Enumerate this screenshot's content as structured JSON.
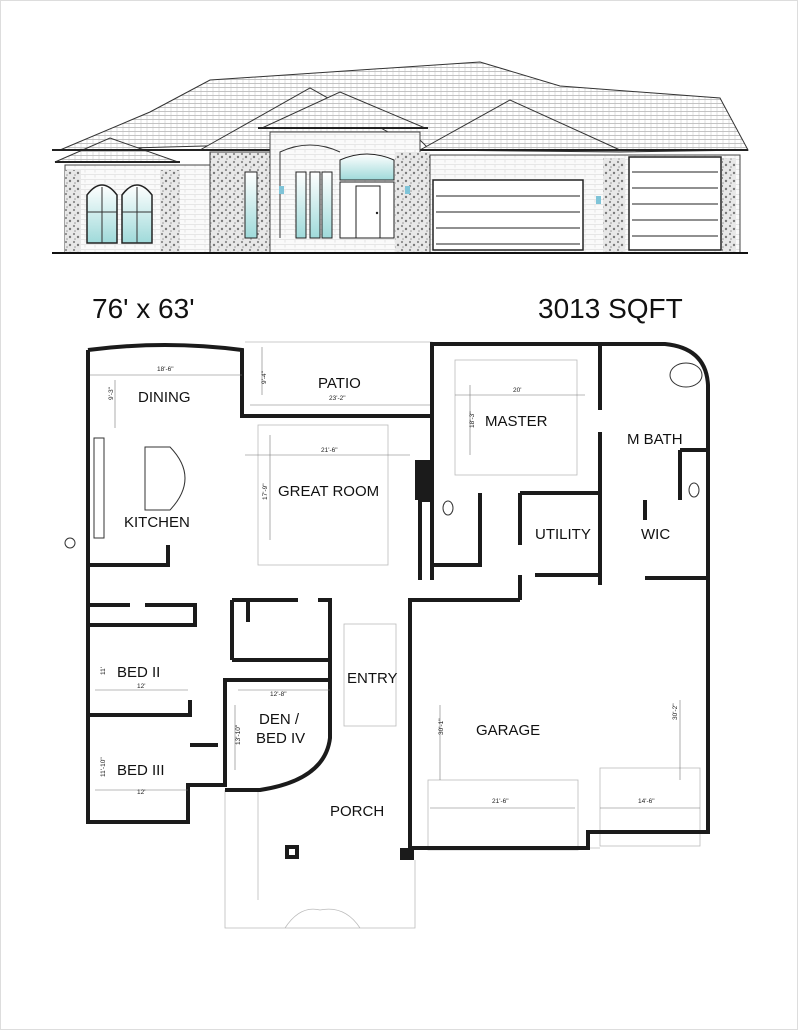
{
  "plan": {
    "size_label": "76' x 63'",
    "area_label": "3013 SQFT"
  },
  "rooms": {
    "dining": "DINING",
    "kitchen": "KITCHEN",
    "patio": "PATIO",
    "great_room": "GREAT ROOM",
    "master": "MASTER",
    "m_bath": "M BATH",
    "utility": "UTILITY",
    "wic": "WIC",
    "bed_ii": "BED II",
    "bed_iii": "BED III",
    "den_line1": "DEN /",
    "den_line2": "BED IV",
    "entry": "ENTRY",
    "garage": "GARAGE",
    "porch": "PORCH"
  },
  "dimensions": {
    "dining_w": "18'-6\"",
    "dining_d": "9'-3\"",
    "patio_w": "23'-2\"",
    "patio_d": "9'-4\"",
    "great_w": "21'-6\"",
    "great_d": "17'-9\"",
    "master_w": "20'",
    "master_d": "18'-3\"",
    "bed2_w": "12'",
    "bed2_d": "11'",
    "bed3_w": "12'",
    "bed3_d": "11'-10\"",
    "den_w": "12'-8\"",
    "den_d": "13'-10\"",
    "garage_d1": "30'-1\"",
    "garage_d2": "30'-2\"",
    "garage_w1": "21'-6\"",
    "garage_w2": "14'-6\""
  },
  "colors": {
    "wall": "#1b1b1b",
    "glass": "#a8e0e0",
    "stone": "#8a8a8a",
    "roof": "#555555"
  }
}
